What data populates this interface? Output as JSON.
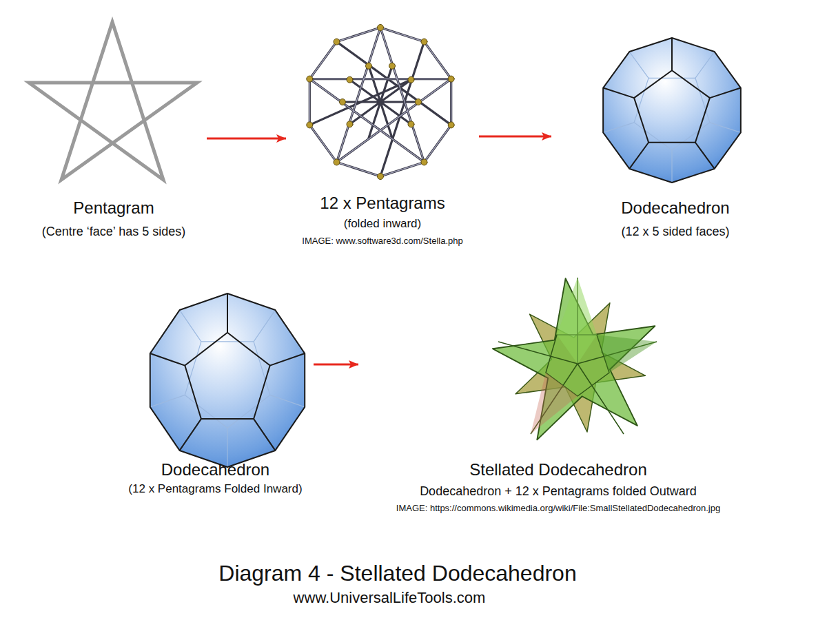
{
  "diagram": {
    "title": "Diagram 4 - Stellated Dodecahedron",
    "caption": "www.UniversalLifeTools.com",
    "nodes": [
      {
        "text": [
          "Pentagram",
          "(Centre ‘face’ has 5 sides)"
        ]
      },
      {
        "text": [
          "12 x Pentagrams",
          "(folded inward)",
          "IMAGE: www.software3d.com/Stella.php"
        ]
      },
      {
        "text": [
          "Dodecahedron",
          "(12 x 5 sided faces)"
        ]
      },
      {
        "text": [
          "Dodecahedron",
          "(12 x Pentagrams Folded Inward)"
        ]
      },
      {
        "text": [
          "Stellated Dodecahedron",
          "Dodecahedron + 12 x Pentagrams folded Outward",
          "IMAGE: https://commons.wikimedia.org/wiki/File:SmallStellatedDodecahedron.jpg"
        ]
      }
    ],
    "edges": [
      {
        "from": 0,
        "to": 1,
        "arrow": "to"
      },
      {
        "from": 1,
        "to": 2,
        "arrow": "to"
      },
      {
        "from": 3,
        "to": 4,
        "arrow": "to"
      }
    ]
  }
}
